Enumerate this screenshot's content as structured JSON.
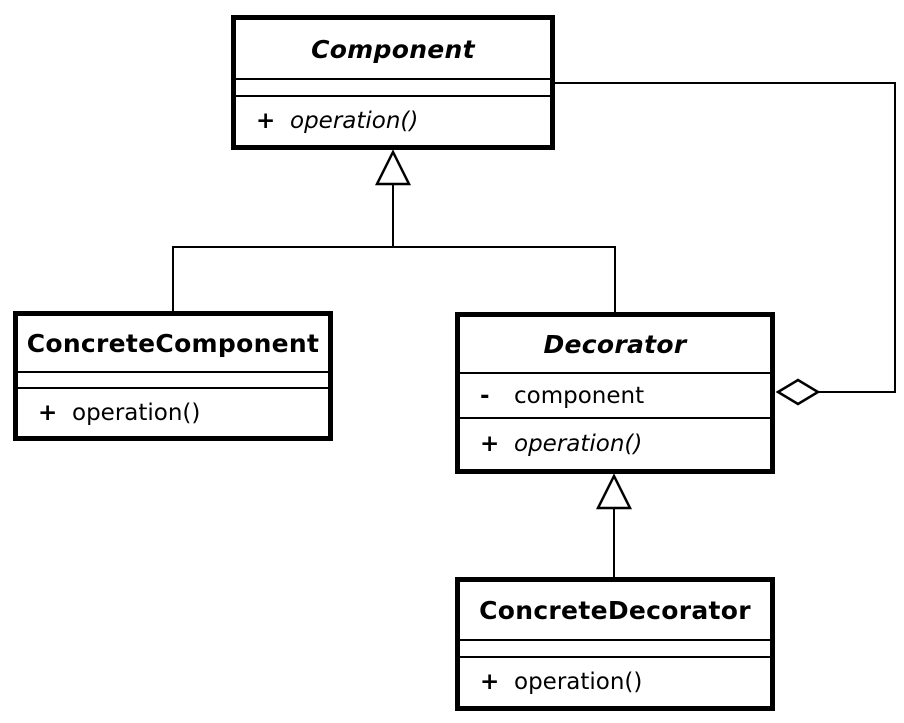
{
  "diagram": {
    "background_color": "#ffffff",
    "line_color": "#000000",
    "classes": {
      "component": {
        "name": "Component",
        "abstract": true,
        "attributes": [],
        "operations": [
          {
            "visibility": "+",
            "name": "operation()",
            "abstract": true
          }
        ]
      },
      "concrete_component": {
        "name": "ConcreteComponent",
        "abstract": false,
        "attributes": [],
        "operations": [
          {
            "visibility": "+",
            "name": "operation()",
            "abstract": false
          }
        ]
      },
      "decorator": {
        "name": "Decorator",
        "abstract": true,
        "attributes": [
          {
            "visibility": "-",
            "name": "component"
          }
        ],
        "operations": [
          {
            "visibility": "+",
            "name": "operation()",
            "abstract": true
          }
        ]
      },
      "concrete_decorator": {
        "name": "ConcreteDecorator",
        "abstract": false,
        "attributes": [],
        "operations": [
          {
            "visibility": "+",
            "name": "operation()",
            "abstract": false
          }
        ]
      }
    },
    "relationships": [
      {
        "type": "generalization",
        "from": "ConcreteComponent",
        "to": "Component"
      },
      {
        "type": "generalization",
        "from": "Decorator",
        "to": "Component"
      },
      {
        "type": "generalization",
        "from": "ConcreteDecorator",
        "to": "Decorator"
      },
      {
        "type": "aggregation",
        "from": "Decorator",
        "to": "Component"
      }
    ]
  }
}
